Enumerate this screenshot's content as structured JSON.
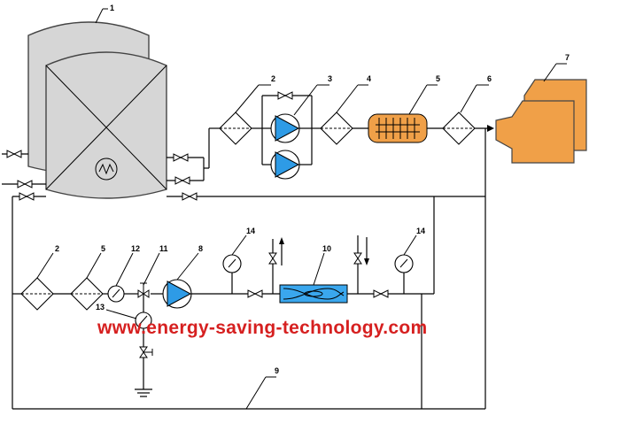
{
  "watermark": "www.energy-saving-technology.com",
  "callouts": [
    "1",
    "2",
    "3",
    "4",
    "5",
    "6",
    "7",
    "2",
    "5",
    "12",
    "11",
    "8",
    "14",
    "10",
    "14",
    "13",
    "9"
  ],
  "colors": {
    "tank": "#d6d6d6",
    "pump": "#2e9be6",
    "heat_exchanger": "#f0a048",
    "burner": "#f0a048",
    "mixer": "#3aa7ee",
    "watermark": "#d62020"
  }
}
